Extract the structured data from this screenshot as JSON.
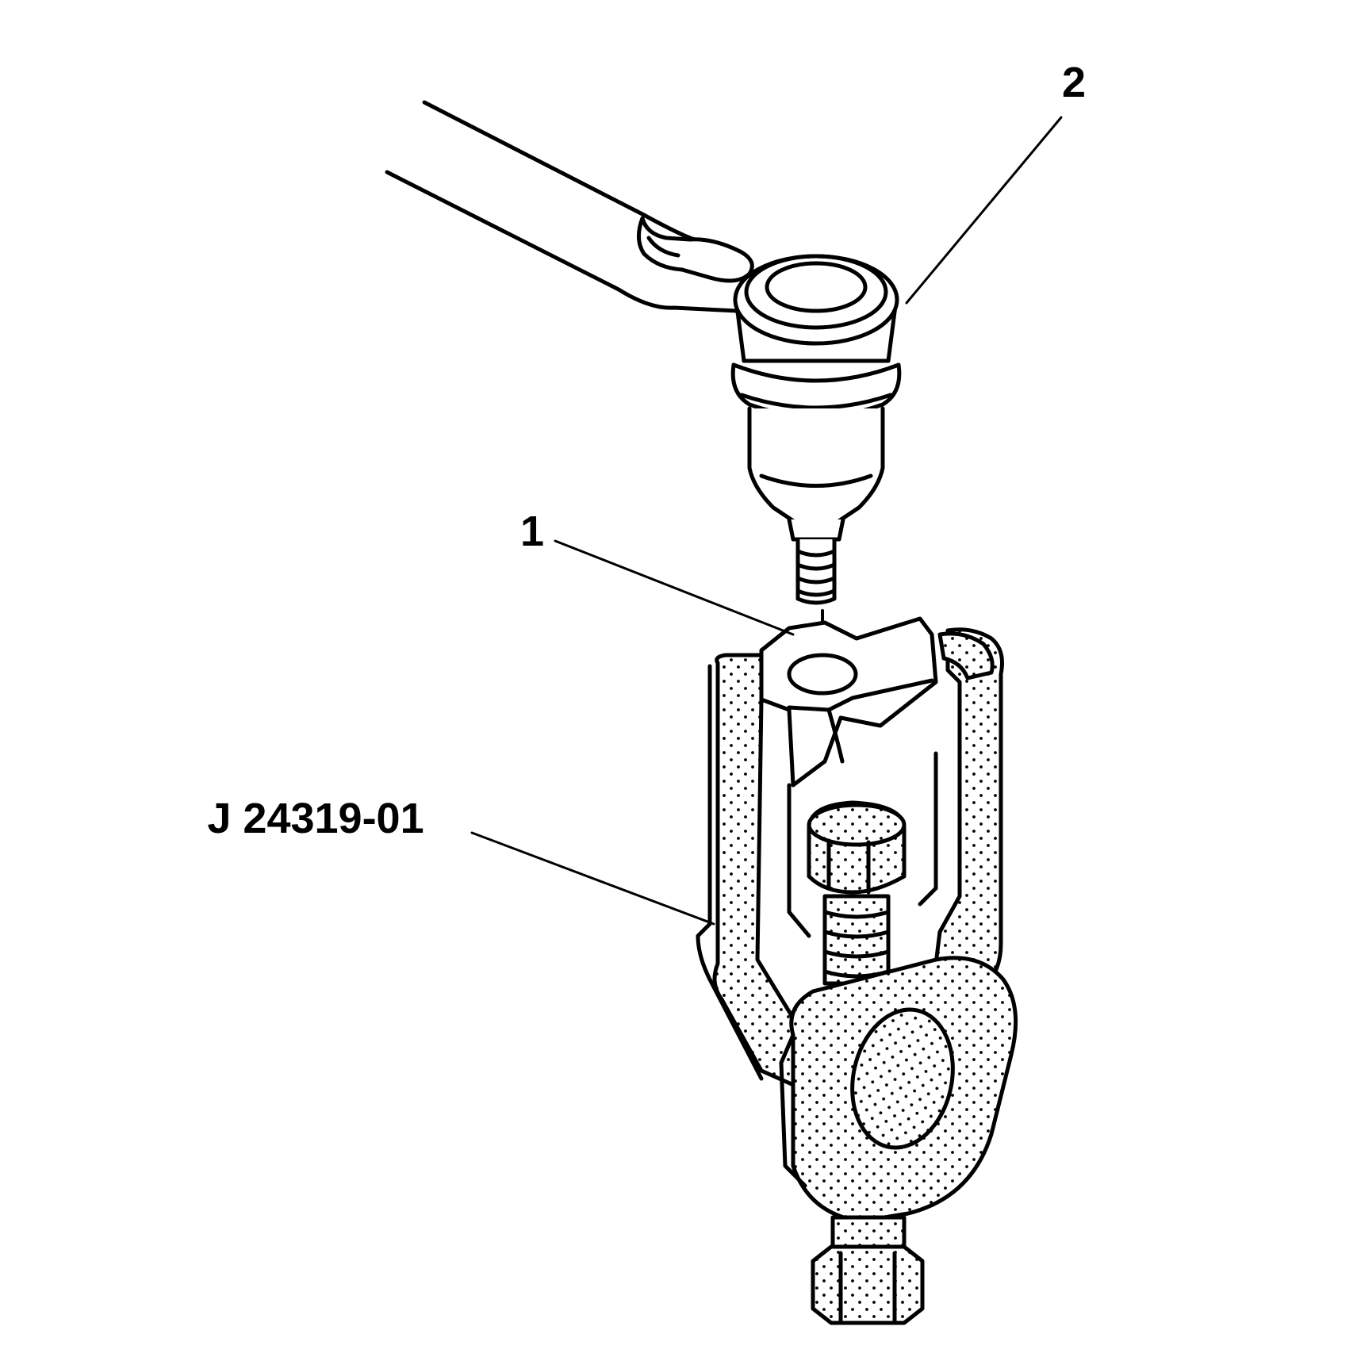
{
  "callouts": {
    "label_1": "1",
    "label_2": "2",
    "tool_label": "J 24319-01"
  },
  "colors": {
    "ink": "#000000",
    "paper": "#ffffff"
  }
}
